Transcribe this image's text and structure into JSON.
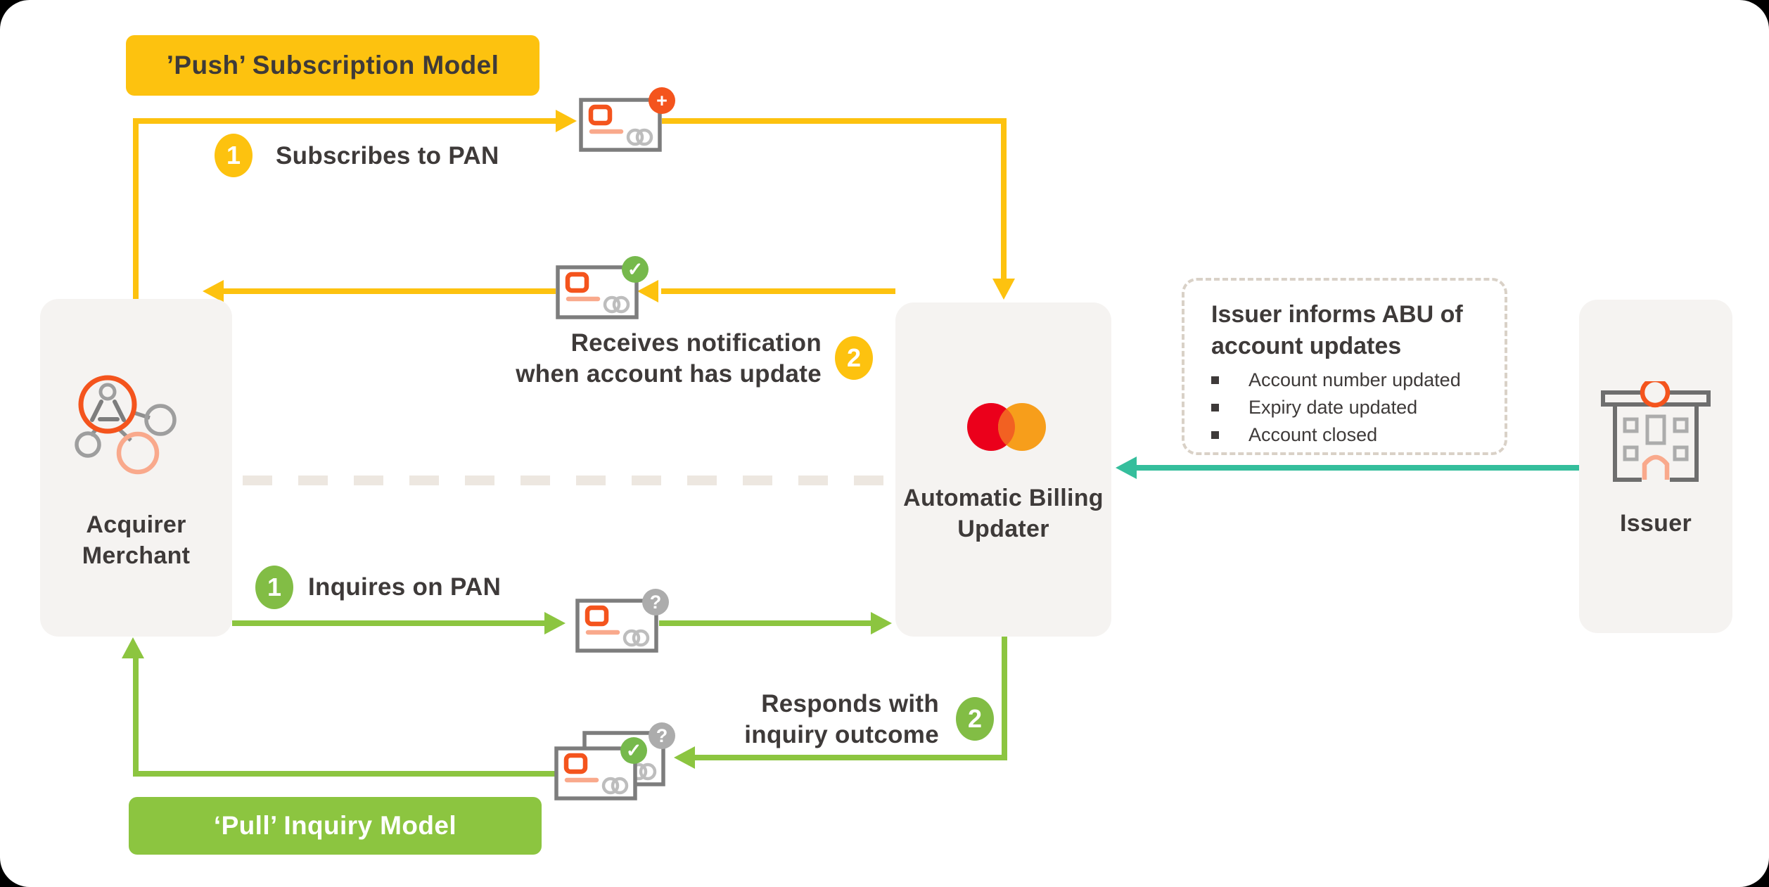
{
  "colors": {
    "yellow": "#FDC20F",
    "green": "#8CC540",
    "green_dark": "#82BD45",
    "teal": "#35BE9C",
    "orange": "#F4541D",
    "salmon": "#F9A98C",
    "node_bg": "#F5F3F1",
    "text_dark": "#3E3A39",
    "mc_red": "#EB001B",
    "mc_orange": "#F79E1B",
    "mc_overlap": "#F26122"
  },
  "badges": {
    "push_label": "’Push’ Subscription Model",
    "pull_label": "‘Pull’ Inquiry Model"
  },
  "nodes": {
    "acquirer": {
      "label_line1": "Acquirer",
      "label_line2": "Merchant"
    },
    "abu": {
      "label_line1": "Automatic Billing",
      "label_line2": "Updater"
    },
    "issuer": {
      "label": "Issuer"
    }
  },
  "push_flow": {
    "step1": {
      "number": "1",
      "label": "Subscribes to PAN"
    },
    "step2": {
      "number": "2",
      "label_line1": "Receives notification",
      "label_line2": "when account has update"
    }
  },
  "pull_flow": {
    "step1": {
      "number": "1",
      "label": "Inquires on PAN"
    },
    "step2": {
      "number": "2",
      "label_line1": "Responds with",
      "label_line2": "inquiry outcome"
    }
  },
  "issuer_note": {
    "title_line1": "Issuer informs ABU of",
    "title_line2": "account updates",
    "bullets": [
      "Account number updated",
      "Expiry date updated",
      "Account closed"
    ]
  },
  "icons": {
    "plus_glyph": "+",
    "check_glyph": "✓",
    "question_glyph": "?"
  }
}
